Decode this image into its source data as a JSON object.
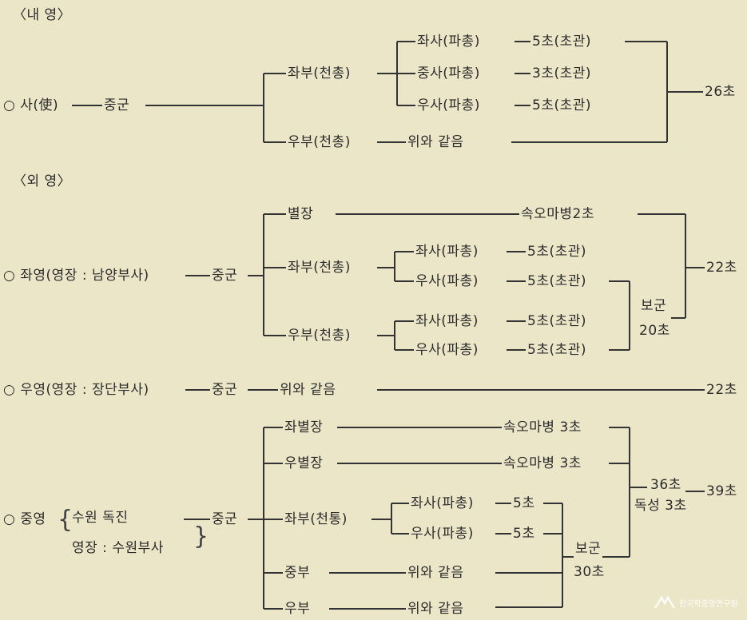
{
  "sections": {
    "inner": "〈내 영〉",
    "outer": "〈외 영〉"
  },
  "inner": {
    "root": "○ 사(使)",
    "junggun": "중군",
    "jwabu": "좌부(천총)",
    "jwasa": "좌사(파총)",
    "jwasa_val": "5초(초관)",
    "jungsa": "중사(파총)",
    "jungsa_val": "3초(초관)",
    "usa": "우사(파총)",
    "usa_val": "5초(초관)",
    "ubu": "우부(천총)",
    "ubu_note": "위와 같음",
    "total": "26초"
  },
  "jwayeong": {
    "root": "○ 좌영(영장 : 남양부사)",
    "junggun": "중군",
    "byeoljang": "별장",
    "byeoljang_val": "속오마병2초",
    "jwabu": "좌부(천총)",
    "jwabu_jwasa": "좌사(파총)",
    "jwabu_jwasa_val": "5초(초관)",
    "jwabu_usa": "우사(파총)",
    "jwabu_usa_val": "5초(초관)",
    "ubu": "우부(천총)",
    "ubu_jwasa": "좌사(파총)",
    "ubu_jwasa_val": "5초(초관)",
    "ubu_usa": "우사(파총)",
    "ubu_usa_val": "5초(초관)",
    "bogun": "보군",
    "bogun_val": "20초",
    "total": "22초"
  },
  "uyeong": {
    "root": "○ 우영(영장 : 장단부사)",
    "junggun": "중군",
    "note": "위와 같음",
    "total": "22초"
  },
  "jungyeong": {
    "root": "○ 중영",
    "line1": "수원 독진",
    "line2": "영장 : 수원부사",
    "junggun": "중군",
    "jwabyeoljang": "좌별장",
    "jwabyeoljang_val": "속오마병 3초",
    "ubyeoljang": "우별장",
    "ubyeoljang_val": "속오마병 3초",
    "jwabu": "좌부(천통)",
    "jwasa": "좌사(파총)",
    "jwasa_val": "5초",
    "usa": "우사(파총)",
    "usa_val": "5초",
    "bogun": "보군",
    "bogun_val": "30초",
    "jungbu": "중부",
    "jungbu_note": "위와 같음",
    "ubu": "우부",
    "ubu_note": "위와 같음",
    "subtotal": "36초",
    "dokseong": "독성 3초",
    "total": "39초"
  },
  "colors": {
    "background": "#ece6c9",
    "line": "#333333",
    "text": "#2b2b2b"
  },
  "logo": {
    "text": "한국학중앙연구원",
    "icon": "academy-logo-icon"
  }
}
